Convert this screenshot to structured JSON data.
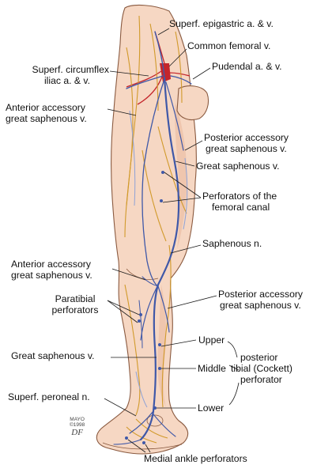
{
  "colors": {
    "skin": "#f6d7c3",
    "skin_edge": "#8a5a40",
    "skin_shade": "#e9b89c",
    "vein": "#3f58a8",
    "vein_light": "#8fa2d6",
    "nerve": "#d19a2b",
    "artery": "#c4252b",
    "leader": "#1a1a1a"
  },
  "labels": {
    "superf_epigastric": "Superf. epigastric a. & v.",
    "common_femoral": "Common femoral v.",
    "pudendal": "Pudendal a. & v.",
    "superf_circumflex_1": "Superf. circumflex",
    "superf_circumflex_2": "iliac a. & v.",
    "ant_acc_upper_1": "Anterior accessory",
    "ant_acc_upper_2": "great saphenous v.",
    "post_acc_upper_1": "Posterior accessory",
    "post_acc_upper_2": "great saphenous v.",
    "great_saph_upper": "Great saphenous v.",
    "perforators_femoral_1": "Perforators of the",
    "perforators_femoral_2": "femoral canal",
    "saphenous_n": "Saphenous n.",
    "ant_acc_lower_1": "Anterior accessory",
    "ant_acc_lower_2": "great saphenous v.",
    "paratibial_1": "Paratibial",
    "paratibial_2": "perforators",
    "post_acc_lower_1": "Posterior accessory",
    "post_acc_lower_2": "great saphenous v.",
    "great_saph_lower": "Great saphenous v.",
    "upper": "Upper",
    "middle": "Middle",
    "lower": "Lower",
    "cockett_1": "posterior",
    "cockett_2": "tibial (Cockett)",
    "cockett_3": "perforator",
    "superf_peroneal": "Superf. peroneal n.",
    "medial_ankle": "Medial ankle perforators"
  },
  "signature": {
    "line1": "MAYO",
    "line2": "©1998",
    "mark": "DF"
  }
}
